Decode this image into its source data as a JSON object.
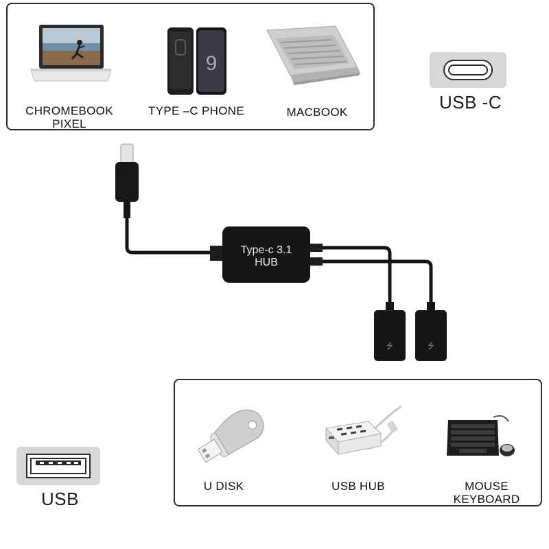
{
  "devices_top": {
    "items": [
      {
        "icon": "laptop-icon",
        "label": "CHROMEBOOK\nPIXEL"
      },
      {
        "icon": "smartphone-icon",
        "label": "TYPE –C PHONE"
      },
      {
        "icon": "macbook-icon",
        "label": "MACBOOK"
      }
    ]
  },
  "connectors": {
    "usb_c_label": "USB -C",
    "usb_label": "USB"
  },
  "hub": {
    "line1": "Type-c 3.1",
    "line2": "HUB"
  },
  "devices_bottom": {
    "items": [
      {
        "icon": "usb-flash-drive-icon",
        "label": "U DISK"
      },
      {
        "icon": "usb-hub-icon",
        "label": "USB HUB"
      },
      {
        "icon": "keyboard-mouse-icon",
        "label": "MOUSE\nKEYBOARD"
      }
    ]
  },
  "colors": {
    "cable": "#111111",
    "panel_border": "#2a2a2a",
    "connector_plate": "#d9d9d9"
  }
}
